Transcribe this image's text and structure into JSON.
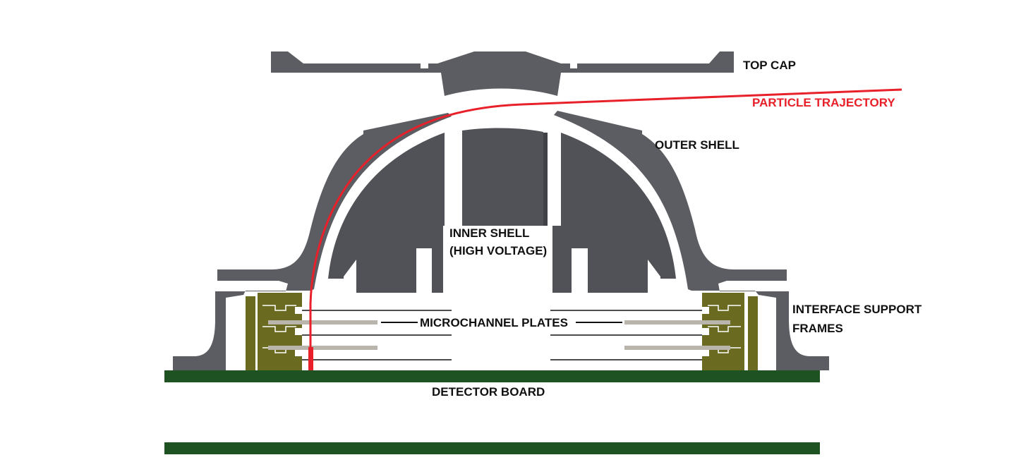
{
  "labels": {
    "top_cap": "TOP CAP",
    "particle_trajectory": "PARTICLE TRAJECTORY",
    "outer_shell": "OUTER SHELL",
    "inner_shell_line1": "INNER SHELL",
    "inner_shell_line2": "(HIGH VOLTAGE)",
    "microchannel_plates": "MICROCHANNEL PLATES",
    "interface_support_line1": "INTERFACE SUPPORT",
    "interface_support_line2": "FRAMES",
    "detector_board": "DETECTOR BOARD"
  },
  "colors": {
    "metal": "#5b5d63",
    "metal_dark": "#4b4d52",
    "frame": "#6b6a21",
    "board": "#1f5223",
    "trajectory": "#e8202a",
    "plate": "#b9b4ac",
    "wire": "#111111"
  }
}
